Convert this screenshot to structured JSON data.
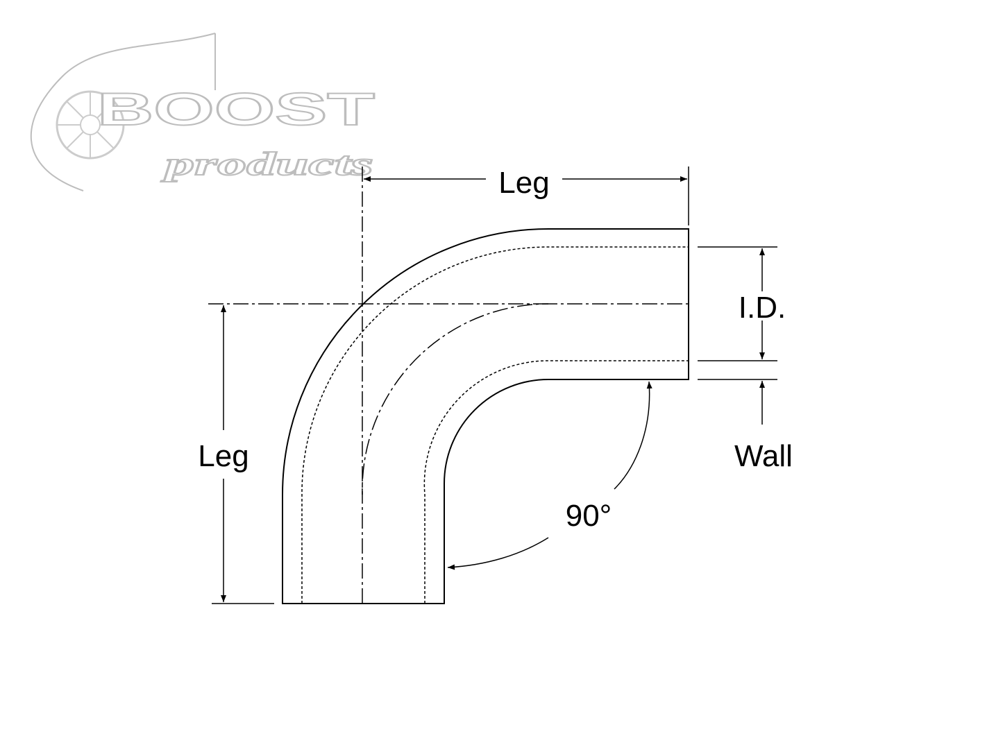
{
  "logo": {
    "brand": "BOOST",
    "sub": "products",
    "color": "#bdbdbd"
  },
  "labels": {
    "leg_top": "Leg",
    "leg_left": "Leg",
    "inner_diameter": "I.D.",
    "wall": "Wall",
    "angle": "90°"
  },
  "colors": {
    "line": "#000000",
    "background": "#ffffff"
  }
}
